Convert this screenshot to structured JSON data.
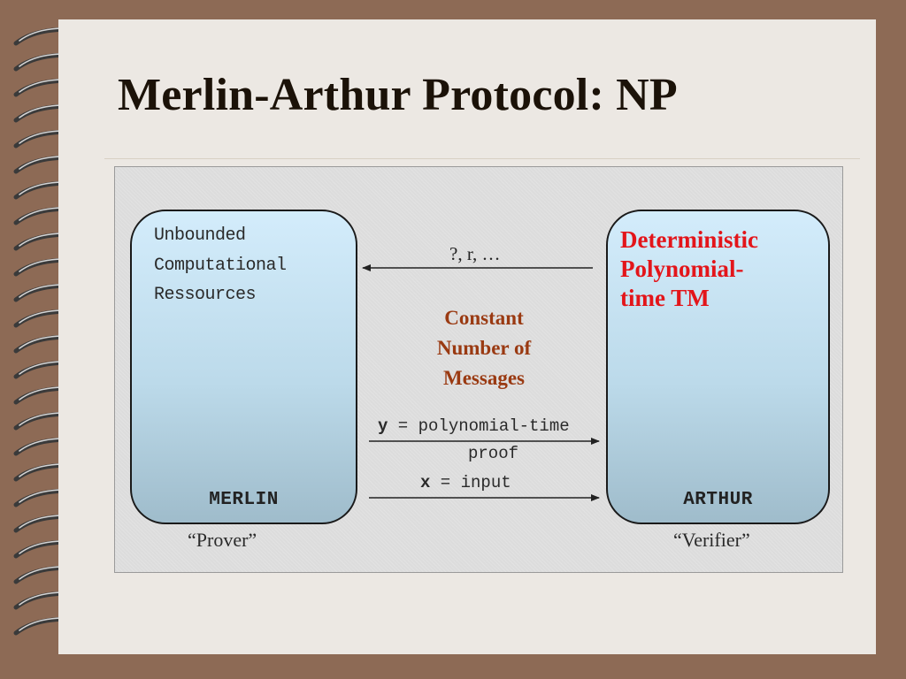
{
  "slide": {
    "title": "Merlin-Arthur Protocol: NP"
  },
  "diagram": {
    "merlin": {
      "resources": [
        "Unbounded",
        "Computational",
        "Ressources"
      ],
      "name": "MERLIN",
      "role": "“Prover”"
    },
    "arthur": {
      "description": [
        "Deterministic",
        "Polynomial-",
        "time TM"
      ],
      "name": "ARTHUR",
      "role": "“Verifier”"
    },
    "messages": {
      "question": "?, r, …",
      "constant": [
        "Constant",
        "Number of",
        "Messages"
      ],
      "y_var": "y",
      "y_rest": " = polynomial-time",
      "y_proof": "proof",
      "x_var": "x",
      "x_rest": " = input"
    }
  },
  "colors": {
    "arthur_desc": "#e3151a",
    "constant_label": "#9a3a12",
    "box_fill_top": "#d3ecfb",
    "box_fill_bottom": "#9fbccb"
  }
}
